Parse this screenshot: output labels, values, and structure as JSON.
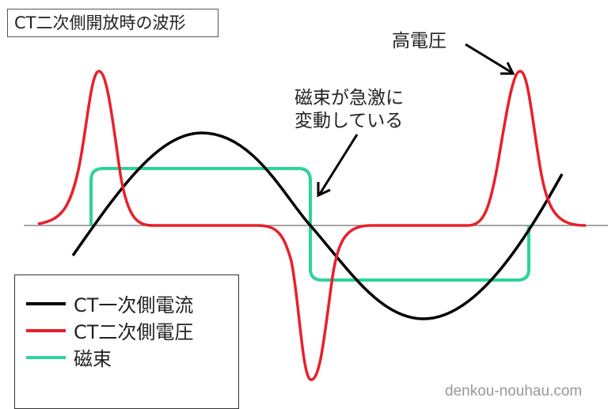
{
  "title": "CT二次側開放時の波形",
  "annotations": {
    "high_voltage": "高電圧",
    "flux_change_line1": "磁束が急激に",
    "flux_change_line2": "変動している"
  },
  "legend": [
    {
      "label": "CT一次側電流",
      "color": "#000000"
    },
    {
      "label": "CT二次側電圧",
      "color": "#e8202a"
    },
    {
      "label": "磁束",
      "color": "#2ed39a"
    }
  ],
  "watermark": "denkou-nouhau.com",
  "colors": {
    "axis": "#888888",
    "current": "#000000",
    "voltage": "#e8202a",
    "flux": "#2ed39a"
  },
  "chart_data": {
    "type": "line",
    "title": "CT二次側開放時の波形",
    "series": [
      {
        "name": "CT一次側電流",
        "shape": "sine",
        "description": "one full cycle sine wave, peak near x=255, trough near x=535"
      },
      {
        "name": "CT二次側電圧",
        "shape": "spikes",
        "description": "positive spike at x≈125, negative spike at x≈393, positive spike at x≈657; flat zero elsewhere"
      },
      {
        "name": "磁束",
        "shape": "square",
        "description": "square wave: high between x≈115–392, low between x≈392–668"
      }
    ],
    "xlabel": "",
    "ylabel": "",
    "grid": false,
    "legend_position": "bottom-left"
  }
}
